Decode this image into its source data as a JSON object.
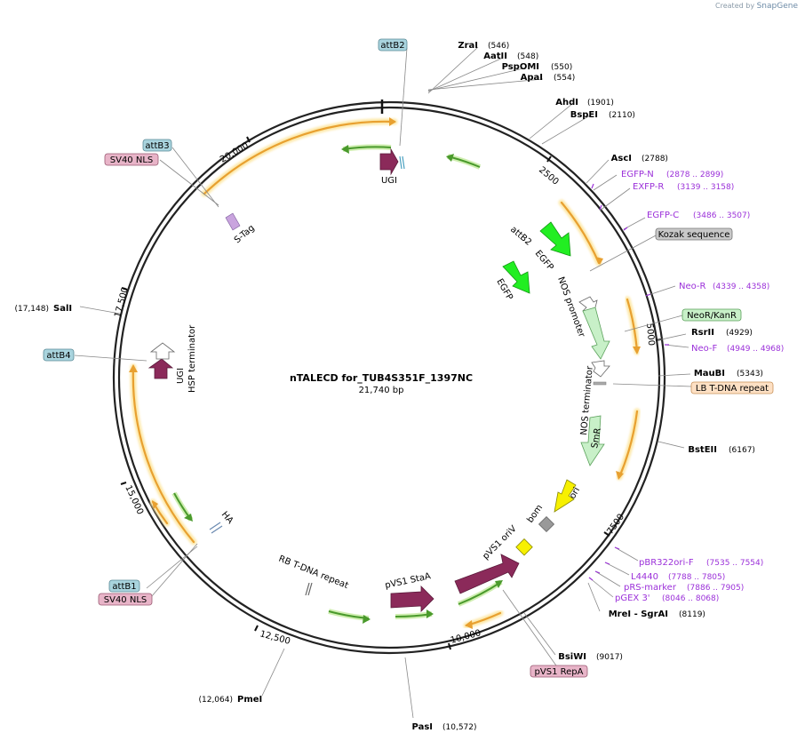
{
  "header": {
    "created_by": "Created by",
    "brand": "SnapGene"
  },
  "plasmid": {
    "name": "nTALECD for_TUB4S351F_1397NC",
    "length": "21,740 bp"
  },
  "ticks": [
    "2500",
    "5000",
    "7500",
    "10,000",
    "12,500",
    "15,000",
    "17,500",
    "20,000"
  ],
  "enzymes": [
    {
      "name": "ZraI",
      "pos": "(546)"
    },
    {
      "name": "AatII",
      "pos": "(548)"
    },
    {
      "name": "PspOMI",
      "pos": "(550)"
    },
    {
      "name": "ApaI",
      "pos": "(554)"
    },
    {
      "name": "AhdI",
      "pos": "(1901)"
    },
    {
      "name": "BspEI",
      "pos": "(2110)"
    },
    {
      "name": "AscI",
      "pos": "(2788)"
    },
    {
      "name": "RsrII",
      "pos": "(4929)"
    },
    {
      "name": "MauBI",
      "pos": "(5343)"
    },
    {
      "name": "BstEII",
      "pos": "(6167)"
    },
    {
      "name": "MreI - SgrAI",
      "pos": "(8119)"
    },
    {
      "name": "BsiWI",
      "pos": "(9017)"
    },
    {
      "name": "PasI",
      "pos": "(10,572)"
    },
    {
      "name": "PmeI",
      "pos": "(12,064)"
    },
    {
      "name": "SalI",
      "pos": "(17,148)"
    }
  ],
  "primers": [
    {
      "name": "EGFP-N",
      "pos": "(2878 .. 2899)"
    },
    {
      "name": "EXFP-R",
      "pos": "(3139 .. 3158)"
    },
    {
      "name": "EGFP-C",
      "pos": "(3486 .. 3507)"
    },
    {
      "name": "Neo-R",
      "pos": "(4339 .. 4358)"
    },
    {
      "name": "Neo-F",
      "pos": "(4949 .. 4968)"
    },
    {
      "name": "pBR322ori-F",
      "pos": "(7535 .. 7554)"
    },
    {
      "name": "L4440",
      "pos": "(7788 .. 7805)"
    },
    {
      "name": "pRS-marker",
      "pos": "(7886 .. 7905)"
    },
    {
      "name": "pGEX 3'",
      "pos": "(8046 .. 8068)"
    }
  ],
  "boxed_features": [
    {
      "name": "attB2",
      "color": "#a9d4de"
    },
    {
      "name": "attB3",
      "color": "#a9d4de"
    },
    {
      "name": "SV40 NLS",
      "color": "#e8b4c8"
    },
    {
      "name": "attB4",
      "color": "#a9d4de"
    },
    {
      "name": "attB1",
      "color": "#a9d4de"
    },
    {
      "name": "SV40 NLS",
      "color": "#e8b4c8"
    },
    {
      "name": "Kozak sequence",
      "color": "#c8c8c8"
    },
    {
      "name": "NeoR/KanR",
      "color": "#c8f0c8"
    },
    {
      "name": "LB T-DNA repeat",
      "color": "#fde0c4"
    },
    {
      "name": "pVS1 RepA",
      "color": "#e8b4c8"
    }
  ],
  "inner_features": [
    {
      "name": "UGI"
    },
    {
      "name": "S-Tag"
    },
    {
      "name": "attB2"
    },
    {
      "name": "EGFP"
    },
    {
      "name": "EGFP"
    },
    {
      "name": "NOS promoter"
    },
    {
      "name": "NOS terminator"
    },
    {
      "name": "SmR"
    },
    {
      "name": "ori"
    },
    {
      "name": "bom"
    },
    {
      "name": "pVS1 oriV"
    },
    {
      "name": "pVS1 StaA"
    },
    {
      "name": "RB T-DNA repeat"
    },
    {
      "name": "HA"
    },
    {
      "name": "UGI"
    },
    {
      "name": "HSP terminator"
    }
  ],
  "colors": {
    "backbone": "#222222",
    "orf": "#f5a623",
    "orf_glow": "#fde8a8",
    "green_arrow": "#6ab04c",
    "egfp": "#22ee22",
    "ugi": "#8b2a5a",
    "primer": "#9b30d9",
    "ori": "#f7f000"
  }
}
